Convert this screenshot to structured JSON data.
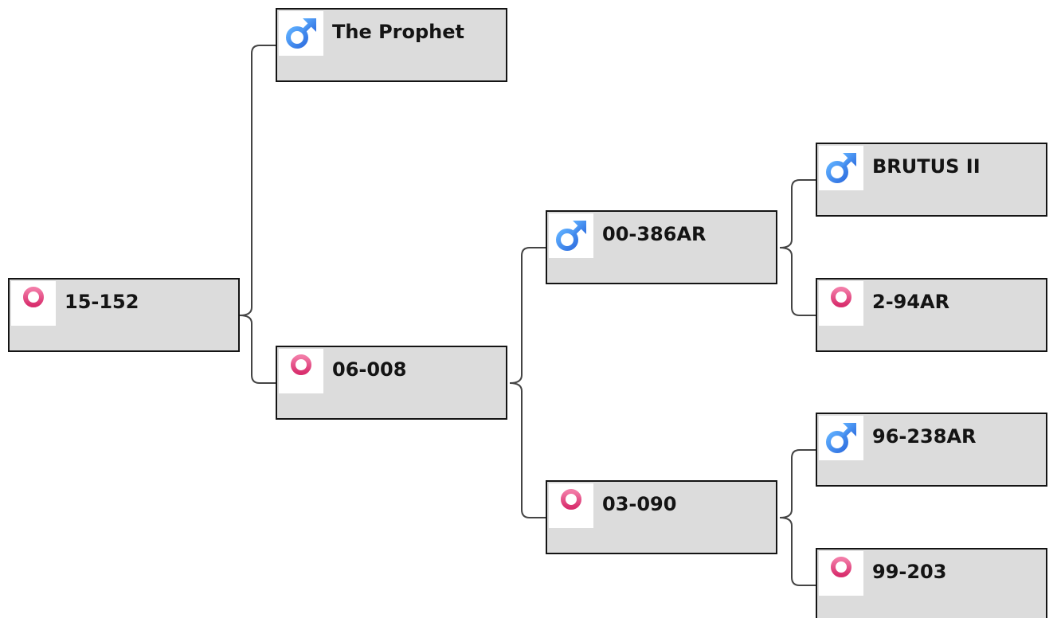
{
  "colors": {
    "male": "#3d8ef0",
    "female": "#e8457e",
    "node_bg": "#dcdcdc",
    "border": "#141414",
    "connector": "#444444"
  },
  "nodes": {
    "root": {
      "name": "15-152",
      "sex": "female",
      "icon": "female-icon"
    },
    "sire": {
      "name": "The Prophet",
      "sex": "male",
      "icon": "male-icon"
    },
    "dam": {
      "name": "06-008",
      "sex": "female",
      "icon": "female-icon"
    },
    "dam_sire": {
      "name": "00-386AR",
      "sex": "male",
      "icon": "male-icon"
    },
    "dam_dam": {
      "name": "03-090",
      "sex": "female",
      "icon": "female-icon"
    },
    "dam_sire_sire": {
      "name": "BRUTUS II",
      "sex": "male",
      "icon": "male-icon"
    },
    "dam_sire_dam": {
      "name": "2-94AR",
      "sex": "female",
      "icon": "female-icon"
    },
    "dam_dam_sire": {
      "name": "96-238AR",
      "sex": "male",
      "icon": "male-icon"
    },
    "dam_dam_dam": {
      "name": "99-203",
      "sex": "female",
      "icon": "female-icon"
    }
  }
}
